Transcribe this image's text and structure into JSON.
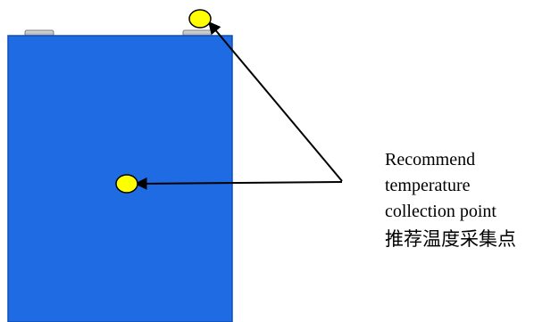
{
  "annotation": {
    "line1": "Recommend",
    "line2": "temperature",
    "line3": "collection point",
    "chinese": "推荐温度采集点"
  },
  "colors": {
    "battery_body": "#1f6be3",
    "battery_edge": "#0f4fb8",
    "terminal": "#a8a8a8",
    "collection_point": "#ffff00",
    "arrow": "#000000"
  },
  "icons": {
    "terminal_point": "yellow-circle-marker",
    "surface_point": "yellow-circle-marker"
  }
}
